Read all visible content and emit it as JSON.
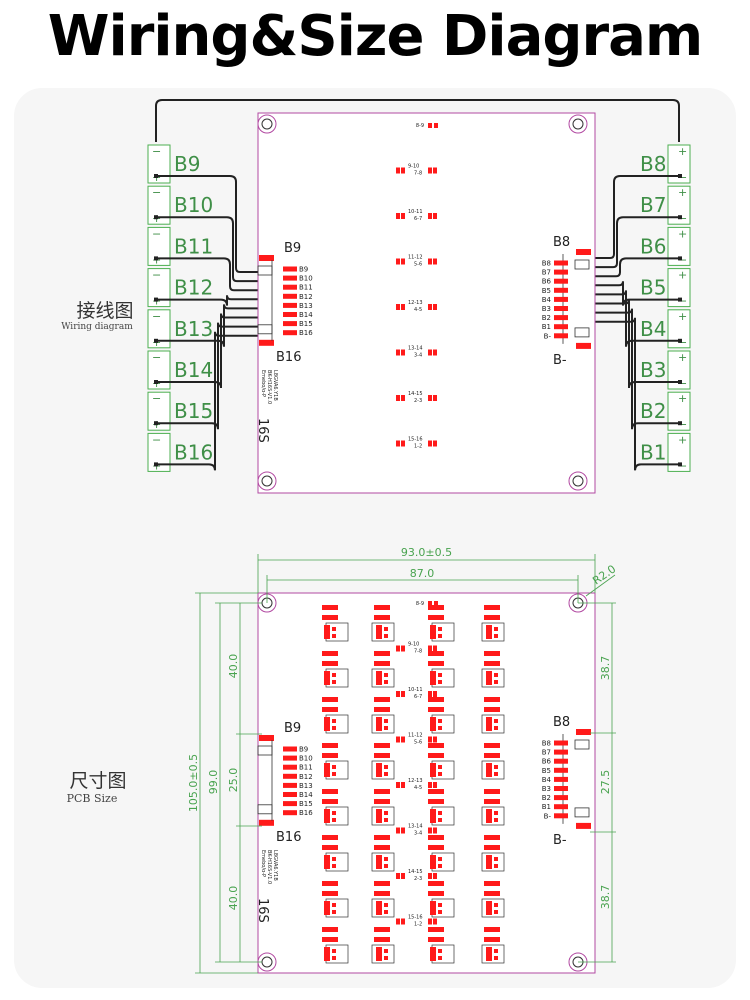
{
  "title": "Wiring&Size  Diagram",
  "wiring_label": {
    "cn": "接线图",
    "en": "Wiring diagram"
  },
  "size_label": {
    "cn": "尺寸图",
    "en": "PCB Size"
  },
  "left_cells": [
    "B9",
    "B10",
    "B11",
    "B12",
    "B13",
    "B14",
    "B15",
    "B16"
  ],
  "right_cells": [
    "B8",
    "B7",
    "B6",
    "B5",
    "B4",
    "B3",
    "B2",
    "B1"
  ],
  "left_pins": [
    "B9",
    "B10",
    "B11",
    "B12",
    "B13",
    "B14",
    "B15",
    "B16"
  ],
  "right_pins": [
    "B8",
    "B7",
    "B6",
    "B5",
    "B4",
    "B3",
    "B2",
    "B1",
    "B-"
  ],
  "left_conn_top": "B9",
  "left_conn_bottom": "B16",
  "right_conn_top": "B8",
  "right_conn_bottom": "B-",
  "series_label": "16S",
  "board_text": [
    "Emebo/ɑ-P",
    "BK-H16S-V1.0",
    "L8GVA6.Y1B"
  ],
  "balance_labels": [
    [
      "8-9"
    ],
    [
      "9-10",
      "7-8"
    ],
    [
      "10-11",
      "6-7"
    ],
    [
      "11-12",
      "5-6"
    ],
    [
      "12-13",
      "4-5"
    ],
    [
      "13-14",
      "3-4"
    ],
    [
      "14-15",
      "2-3"
    ],
    [
      "15-16",
      "1-2"
    ]
  ],
  "dimensions": {
    "width_total": "93.0±0.5",
    "width_holes": "87.0",
    "radius": "R2.0",
    "height_total": "105.0±0.5",
    "height_holes": "99.0",
    "left_top": "40.0",
    "left_mid": "25.0",
    "left_bottom": "40.0",
    "right_top": "38.7",
    "right_mid": "27.5",
    "right_bottom": "38.7"
  },
  "colors": {
    "cell_label": "#3f8f47",
    "pad": "#ff1a1a",
    "outline": "#b24aa2",
    "dim": "#49a34f"
  }
}
